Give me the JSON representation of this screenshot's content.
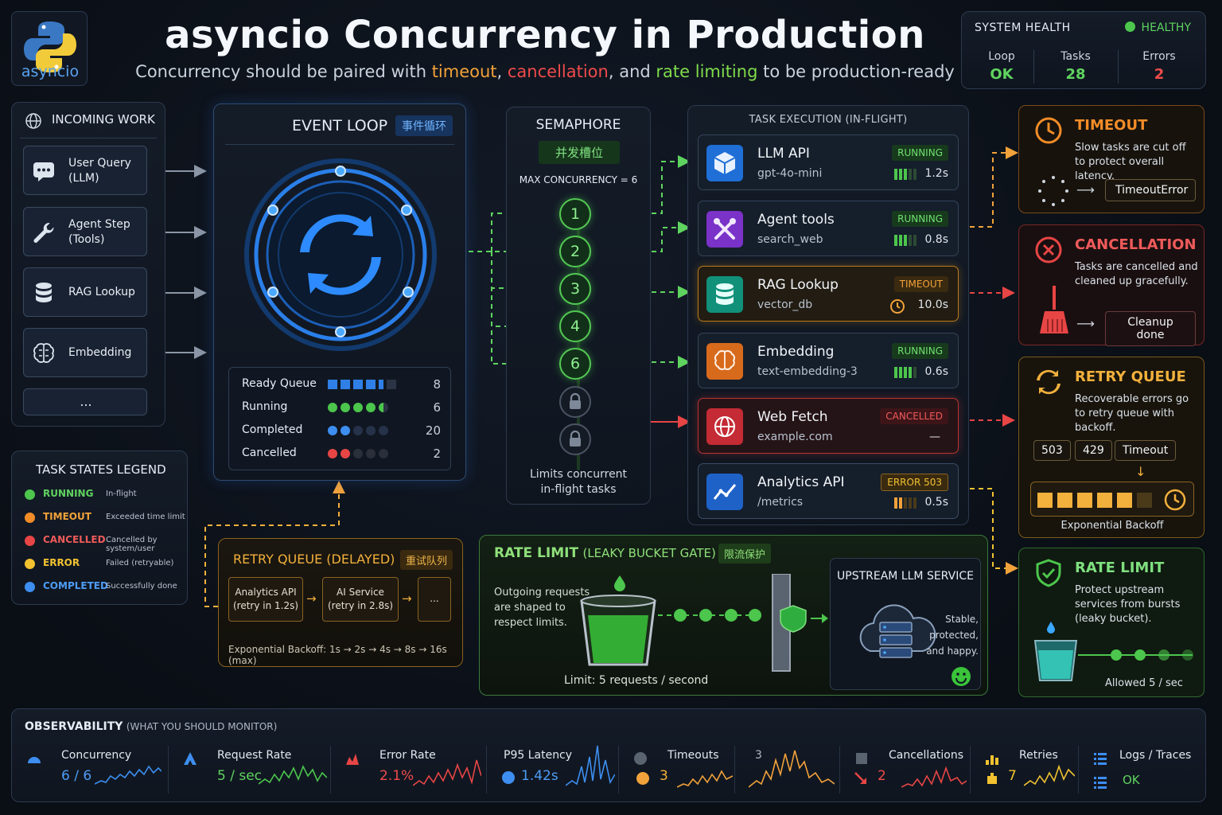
{
  "header": {
    "logo_text": "asyncio",
    "title": "asyncio Concurrency in Production",
    "subtitle_pre": "Concurrency should be paired with ",
    "subtitle_k1": "timeout",
    "subtitle_c1": ", ",
    "subtitle_k2": "cancellation",
    "subtitle_c2": ", and ",
    "subtitle_k3": "rate limiting",
    "subtitle_post": " to be production-ready"
  },
  "system_health": {
    "title": "SYSTEM HEALTH",
    "status": "HEALTHY",
    "metrics": [
      {
        "label": "Loop",
        "value": "OK",
        "color": "#5fd35f"
      },
      {
        "label": "Tasks",
        "value": "28",
        "color": "#5fd35f"
      },
      {
        "label": "Errors",
        "value": "2",
        "color": "#ef4b4b"
      }
    ]
  },
  "incoming": {
    "title": "INCOMING WORK",
    "items": [
      "User Query\n(LLM)",
      "Agent Step\n(Tools)",
      "RAG Lookup",
      "Embedding",
      "..."
    ]
  },
  "legend": {
    "title": "TASK STATES LEGEND",
    "items": [
      {
        "name": "RUNNING",
        "desc": "In-flight",
        "color": "#4cc64c"
      },
      {
        "name": "TIMEOUT",
        "desc": "Exceeded time limit",
        "color": "#f28c28"
      },
      {
        "name": "CANCELLED",
        "desc": "Cancelled by system/user",
        "color": "#e84545"
      },
      {
        "name": "ERROR",
        "desc": "Failed (retryable)",
        "color": "#f2c230"
      },
      {
        "name": "COMPLETED",
        "desc": "Successfully done",
        "color": "#3d8ef0"
      }
    ]
  },
  "event_loop": {
    "title": "EVENT LOOP",
    "title_cn": "事件循环",
    "queues": [
      {
        "label": "Ready Queue",
        "value": "8",
        "fill": 0.8
      },
      {
        "label": "Running",
        "value": "6",
        "fill": 0.9
      },
      {
        "label": "Completed",
        "value": "20",
        "fill": 0.4
      },
      {
        "label": "Cancelled",
        "value": "2",
        "fill": 0.4
      }
    ]
  },
  "semaphore": {
    "title": "SEMAPHORE",
    "title_cn": "并发槽位",
    "max": "MAX CONCURRENCY = 6",
    "slots": [
      "1",
      "2",
      "3",
      "4",
      "6"
    ],
    "footer": "Limits concurrent\nin-flight tasks"
  },
  "tasks": {
    "title": "TASK EXECUTION (IN-FLIGHT)",
    "items": [
      {
        "name": "LLM API",
        "sub": "gpt-4o-mini",
        "status": "RUNNING",
        "time": "1.2s",
        "icon": "cube-icon"
      },
      {
        "name": "Agent tools",
        "sub": "search_web",
        "status": "RUNNING",
        "time": "0.8s",
        "icon": "tools-icon"
      },
      {
        "name": "RAG Lookup",
        "sub": "vector_db",
        "status": "TIMEOUT",
        "time": "10.0s",
        "icon": "database-icon"
      },
      {
        "name": "Embedding",
        "sub": "text-embedding-3",
        "status": "RUNNING",
        "time": "0.6s",
        "icon": "brain-icon"
      },
      {
        "name": "Web Fetch",
        "sub": "example.com",
        "status": "CANCELLED",
        "time": "—",
        "icon": "globe-icon"
      },
      {
        "name": "Analytics API",
        "sub": "/metrics",
        "status": "ERROR 503",
        "time": "0.5s",
        "icon": "chart-icon"
      }
    ]
  },
  "timeout_card": {
    "title": "TIMEOUT",
    "text": "Slow tasks are cut off to protect overall latency.",
    "result": "TimeoutError"
  },
  "cancel_card": {
    "title": "CANCELLATION",
    "text": "Tasks are cancelled and cleaned up gracefully.",
    "result": "Cleanup done"
  },
  "retry_card": {
    "title": "RETRY QUEUE",
    "text": "Recoverable errors go to retry queue with backoff.",
    "codes": [
      "503",
      "429",
      "Timeout"
    ],
    "footer": "Exponential Backoff"
  },
  "ratelimit_card": {
    "title": "RATE LIMIT",
    "text": "Protect upstream services from bursts (leaky bucket).",
    "footer": "Allowed 5 / sec"
  },
  "retry_delayed": {
    "title": "RETRY QUEUE (DELAYED)",
    "title_cn": "重试队列",
    "items": [
      "Analytics API\n(retry in 1.2s)",
      "AI Service\n(retry in 2.8s)",
      "..."
    ],
    "footer": "Exponential Backoff: 1s → 2s → 4s → 8s → 16s (max)"
  },
  "rate_gate": {
    "title": "RATE LIMIT",
    "title_sub": "(LEAKY BUCKET GATE)",
    "title_cn": "限流保护",
    "text": "Outgoing requests\nare shaped to\nrespect limits.",
    "footer": "Limit: 5 requests / second",
    "upstream_title": "UPSTREAM LLM SERVICE",
    "upstream_text": "Stable,\nprotected,\nand happy."
  },
  "observability": {
    "title": "OBSERVABILITY",
    "subtitle": "(WHAT YOU SHOULD MONITOR)",
    "metrics": [
      {
        "name": "Concurrency",
        "value": "6 / 6",
        "color": "#3d8ef0"
      },
      {
        "name": "Request Rate",
        "value": "5 / sec",
        "color": "#4cc64c"
      },
      {
        "name": "Error Rate",
        "value": "2.1%",
        "color": "#e84545"
      },
      {
        "name": "P95 Latency",
        "value": "1.42s",
        "color": "#3d8ef0"
      },
      {
        "name": "Timeouts",
        "value": "3",
        "color": "#f2a23a"
      },
      {
        "name": "",
        "value": "3",
        "color": "#f2a23a"
      },
      {
        "name": "Cancellations",
        "value": "2",
        "color": "#e84545"
      },
      {
        "name": "Retries",
        "value": "7",
        "color": "#f2c230"
      },
      {
        "name": "Logs / Traces",
        "value": "OK",
        "color": "#5fd35f"
      }
    ]
  }
}
